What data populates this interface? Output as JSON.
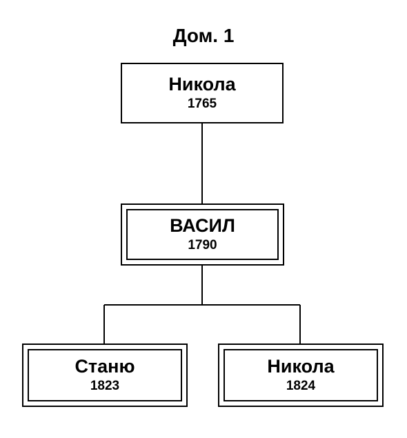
{
  "title": "Дом. 1",
  "tree": {
    "root": {
      "name": "Никола",
      "year": "1765"
    },
    "middle": {
      "name": "ВАСИЛ",
      "year": "1790"
    },
    "children": [
      {
        "name": "Станю",
        "year": "1823"
      },
      {
        "name": "Никола",
        "year": "1824"
      }
    ]
  }
}
